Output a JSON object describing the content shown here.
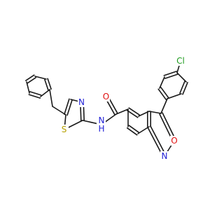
{
  "colors": {
    "bond": "#1a1a1a",
    "carbon": "#1a1a1a",
    "nitrogen": "#1f1fd6",
    "oxygen": "#e01010",
    "sulfur": "#b5a000",
    "chlorine": "#1f9c1f"
  },
  "atom_labels": {
    "chlorine": "Cl",
    "carbonyl_oxygen": "O",
    "amide_nh": "NH",
    "amide_n": "N",
    "amide_h": "H",
    "thiazole_nitrogen": "N",
    "thiazole_sulfur": "S",
    "isoxazole_oxygen": "O",
    "isoxazole_nitrogen": "N"
  }
}
